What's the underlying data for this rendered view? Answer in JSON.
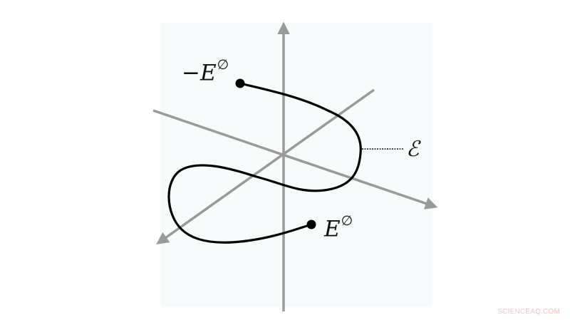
{
  "figure": {
    "description": "Schematic of a curve in 3D space with three coordinate axes, an S-shaped path between two endpoints",
    "labels": {
      "start_point": {
        "prefix": "−E",
        "superscript": "∅"
      },
      "end_point": {
        "prefix": "E",
        "superscript": "∅"
      },
      "curve": "ℰ"
    },
    "colors": {
      "axes": "#9a9a9a",
      "curve": "#000000",
      "background_panel": "#f8fbfc"
    }
  },
  "watermark": "SCIENCEAQ.COM"
}
